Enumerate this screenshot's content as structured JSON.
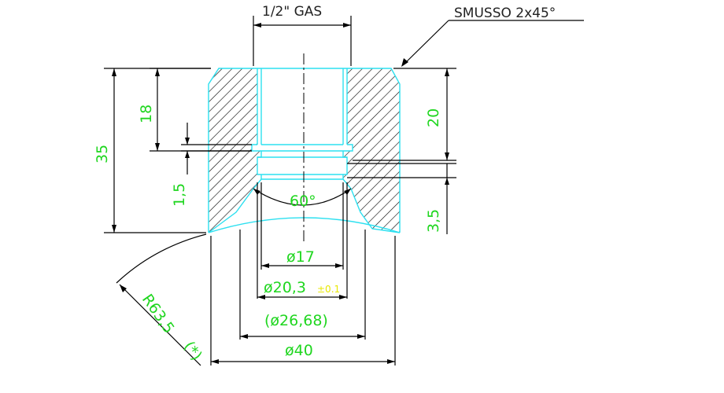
{
  "labels": {
    "thread": "1/2\" GAS",
    "chamfer": "SMUSSO 2x45°",
    "d35": "35",
    "d18": "18",
    "d15": "1,5",
    "d20": "20",
    "d35b": "3,5",
    "angle": "60°",
    "dia17": "ø17",
    "dia203": "ø20,3",
    "tol": "±0.1",
    "dia2668": "(ø26,68)",
    "dia40": "ø40",
    "radius": "R63,5",
    "note": "(*)"
  },
  "colors": {
    "outline": "#2de0f0",
    "dimension_text": "#1fd61f",
    "tolerance_text": "#e8e800",
    "lines": "#000000"
  }
}
